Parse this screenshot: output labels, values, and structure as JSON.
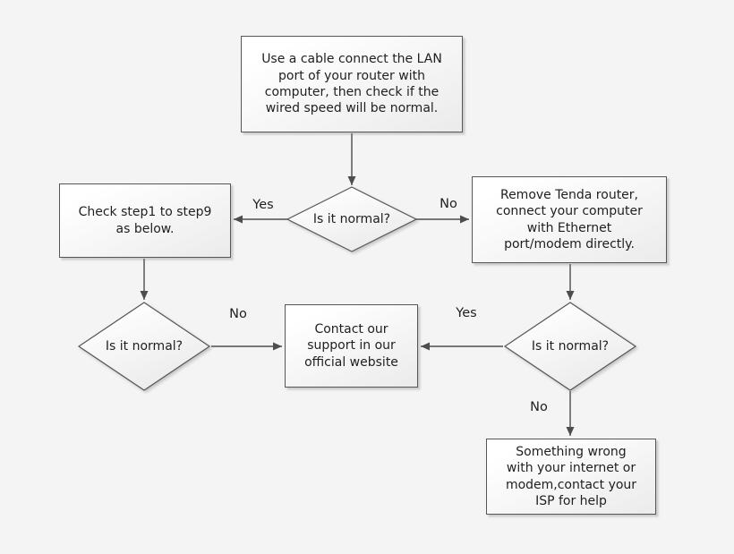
{
  "background": "#f4f4f5",
  "colors": {
    "node_border": "#565656",
    "node_fill_top": "#ffffff",
    "node_fill_bottom": "#ebebec",
    "connector": "#4d4d4d",
    "text": "#1f1f1f"
  },
  "nodes": {
    "start": {
      "type": "process",
      "label": "Use a cable connect the LAN\nport of your router with\ncomputer, then check if the\nwired speed will be normal."
    },
    "decision1": {
      "type": "decision",
      "label": "Is it normal?"
    },
    "check_steps": {
      "type": "process",
      "label": "Check step1 to step9\nas below."
    },
    "remove_router": {
      "type": "process",
      "label": "Remove Tenda router,\nconnect your computer\nwith Ethernet\nport/modem directly."
    },
    "decision2": {
      "type": "decision",
      "label": "Is it normal?"
    },
    "contact_support": {
      "type": "process",
      "label": "Contact our\nsupport in our\nofficial website"
    },
    "decision3": {
      "type": "decision",
      "label": "Is it normal?"
    },
    "isp_help": {
      "type": "process",
      "label": "Something wrong\nwith your internet or\nmodem,contact your\nISP for help"
    }
  },
  "edge_labels": {
    "decision1_yes": "Yes",
    "decision1_no": "No",
    "decision2_no": "No",
    "decision3_yes": "Yes",
    "decision3_no": "No"
  }
}
